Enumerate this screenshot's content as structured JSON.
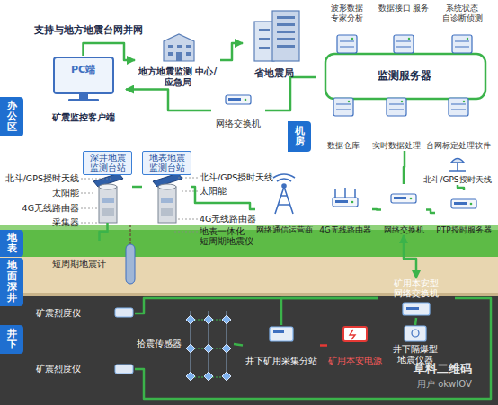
{
  "diagram": {
    "nodes": [
      {
        "text": [
          "地方地震监测 中心/应急局"
        ]
      },
      {
        "text": [
          "省地震局"
        ]
      },
      {
        "text": [
          "PC端",
          "矿震监控客户端"
        ]
      },
      {
        "text": [
          "网络交换机"
        ]
      },
      {
        "text": [
          "监测服务器"
        ]
      },
      {
        "text": [
          "波形数据 专家分析"
        ],
        "in": 4
      },
      {
        "text": [
          "数据接口 服务"
        ],
        "in": 4
      },
      {
        "text": [
          "系统状态 自诊断侦测"
        ],
        "in": 4
      },
      {
        "text": [
          "数据仓库"
        ],
        "in": 4
      },
      {
        "text": [
          "实时数据处理"
        ],
        "in": 4
      },
      {
        "text": [
          "台网标定处理软件"
        ],
        "in": 4
      },
      {
        "text": [
          "深井地震 监测台站"
        ]
      },
      {
        "text": [
          "地表地震 监测台站"
        ]
      },
      {
        "text": [
          "网络通信运营商"
        ]
      },
      {
        "text": [
          "4G无线路由器"
        ]
      },
      {
        "text": [
          "网络交换机"
        ]
      },
      {
        "text": [
          "北斗/GPS授时天线"
        ]
      },
      {
        "text": [
          "PTP授时服务器"
        ]
      },
      {
        "text": [
          "短周期地震计"
        ]
      },
      {
        "text": [
          "矿震烈度仪"
        ]
      },
      {
        "text": [
          "拾震传感器"
        ]
      },
      {
        "text": [
          "井下矿用采集分站"
        ]
      },
      {
        "text": [
          "矿用本安电源"
        ]
      },
      {
        "text": [
          "矿用本安型 网络交换机"
        ]
      },
      {
        "text": [
          "井下隔爆型 地震仪器"
        ]
      },
      {
        "text": [
          "矿震烈度仪"
        ]
      },
      {
        "text": [
          "办公区"
        ]
      },
      {
        "text": [
          "机房"
        ]
      },
      {
        "text": [
          "地表"
        ]
      },
      {
        "text": [
          "地面深井"
        ]
      },
      {
        "text": [
          "井下"
        ]
      }
    ],
    "edges": [
      {
        "from": 2,
        "to": 0,
        "arrow": "to"
      },
      {
        "from": 0,
        "to": 1,
        "arrow": "to"
      },
      {
        "from": 4,
        "to": 3,
        "arrow": "none"
      },
      {
        "from": 3,
        "to": 2,
        "arrow": "to"
      },
      {
        "from": 4,
        "to": 15,
        "arrow": "none"
      },
      {
        "from": 16,
        "to": 17,
        "arrow": "none"
      },
      {
        "from": 17,
        "to": 15,
        "arrow": "none"
      },
      {
        "from": 14,
        "to": 15,
        "arrow": "none"
      },
      {
        "from": 12,
        "to": 13,
        "arrow": "none"
      },
      {
        "from": 11,
        "to": 12,
        "arrow": "none"
      },
      {
        "from": 18,
        "to": 11,
        "arrow": "none"
      },
      {
        "from": 15,
        "to": 23,
        "arrow": "both"
      },
      {
        "from": 21,
        "to": 23,
        "arrow": "none"
      },
      {
        "from": 22,
        "to": 21,
        "arrow": "none"
      },
      {
        "from": 24,
        "to": 23,
        "arrow": "none"
      },
      {
        "from": 20,
        "to": 21,
        "arrow": "none"
      },
      {
        "from": 19,
        "to": 23,
        "arrow": "none"
      },
      {
        "from": 25,
        "to": 23,
        "arrow": "none"
      }
    ],
    "labels": [
      "支持与地方地震台网并网",
      "北斗/GPS授时天线",
      "太阳能",
      "4G无线路由器",
      "采集器",
      "北斗/GPS授时天线",
      "太阳能",
      "4G无线路由器",
      "地表一体化 短周期地震仪",
      "草料二维码",
      "用户 okwIOV"
    ]
  }
}
